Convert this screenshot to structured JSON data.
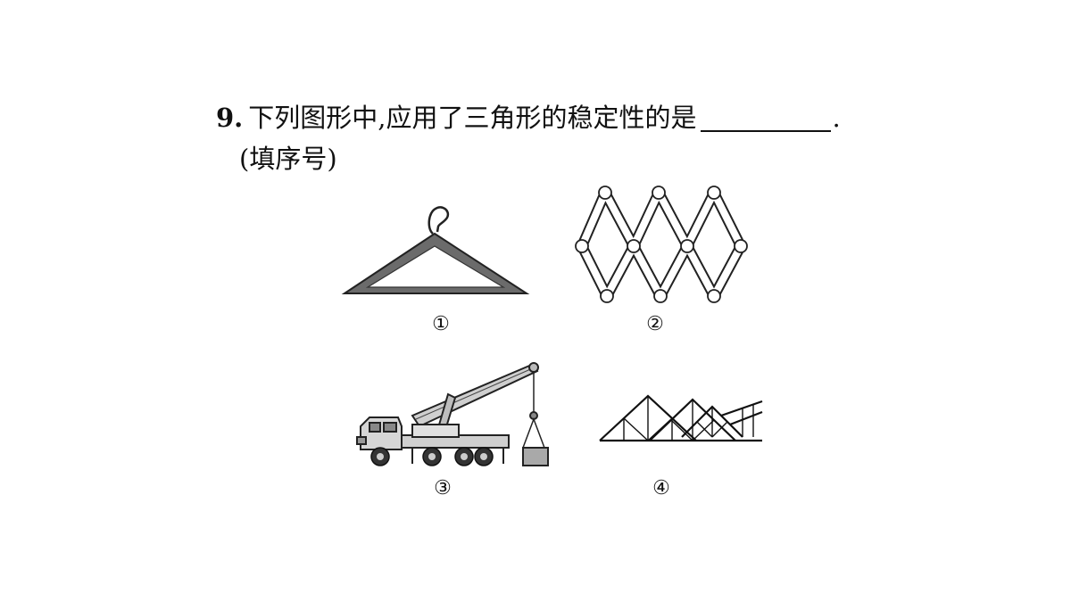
{
  "question": {
    "number": "9.",
    "text": "下列图形中,应用了三角形的稳定性的是",
    "end_period": ".",
    "hint": "(填序号)"
  },
  "figures": [
    {
      "label": "①",
      "icon": "clothes-hanger-icon"
    },
    {
      "label": "②",
      "icon": "folding-lattice-icon"
    },
    {
      "label": "③",
      "icon": "crane-truck-icon"
    },
    {
      "label": "④",
      "icon": "roof-truss-icon"
    }
  ]
}
